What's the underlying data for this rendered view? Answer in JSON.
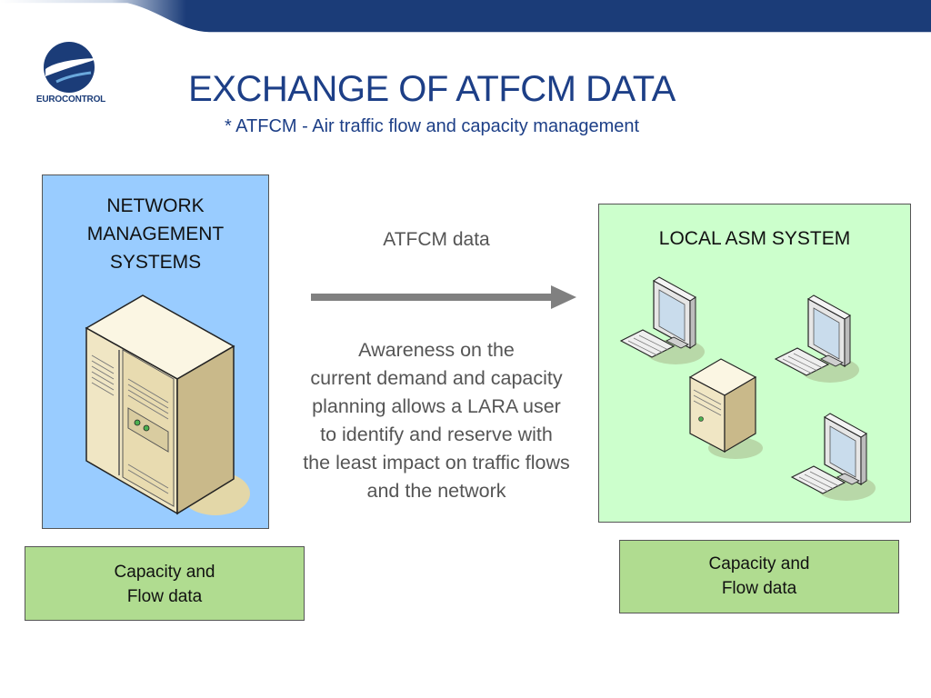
{
  "header": {
    "logo_text": "EUROCONTROL",
    "title": "EXCHANGE OF ATFCM DATA",
    "subtitle": "* ATFCM - Air traffic flow and capacity management",
    "band_color": "#1b3c78"
  },
  "network_box": {
    "label_lines": [
      "NETWORK",
      "MANAGEMENT",
      "SYSTEMS"
    ],
    "fill_color": "#99ccff",
    "icon": "server-icon"
  },
  "local_box": {
    "label": "LOCAL ASM SYSTEM",
    "fill_color": "#ccffcc",
    "icons": [
      "workstation-icon",
      "workstation-icon",
      "workstation-icon",
      "server-icon"
    ]
  },
  "flow": {
    "data_label": "ATFCM data",
    "arrow_icon": "arrow-right-icon",
    "description_lines": [
      "Awareness on the",
      "current demand and capacity",
      "planning allows a LARA user",
      "to identify and reserve with",
      "the least impact on traffic flows",
      "and the network"
    ]
  },
  "capacity_left": {
    "lines": [
      "Capacity and",
      "Flow data"
    ],
    "fill_color": "#b0dc90"
  },
  "capacity_right": {
    "lines": [
      "Capacity and",
      "Flow data"
    ],
    "fill_color": "#b0dc90"
  }
}
